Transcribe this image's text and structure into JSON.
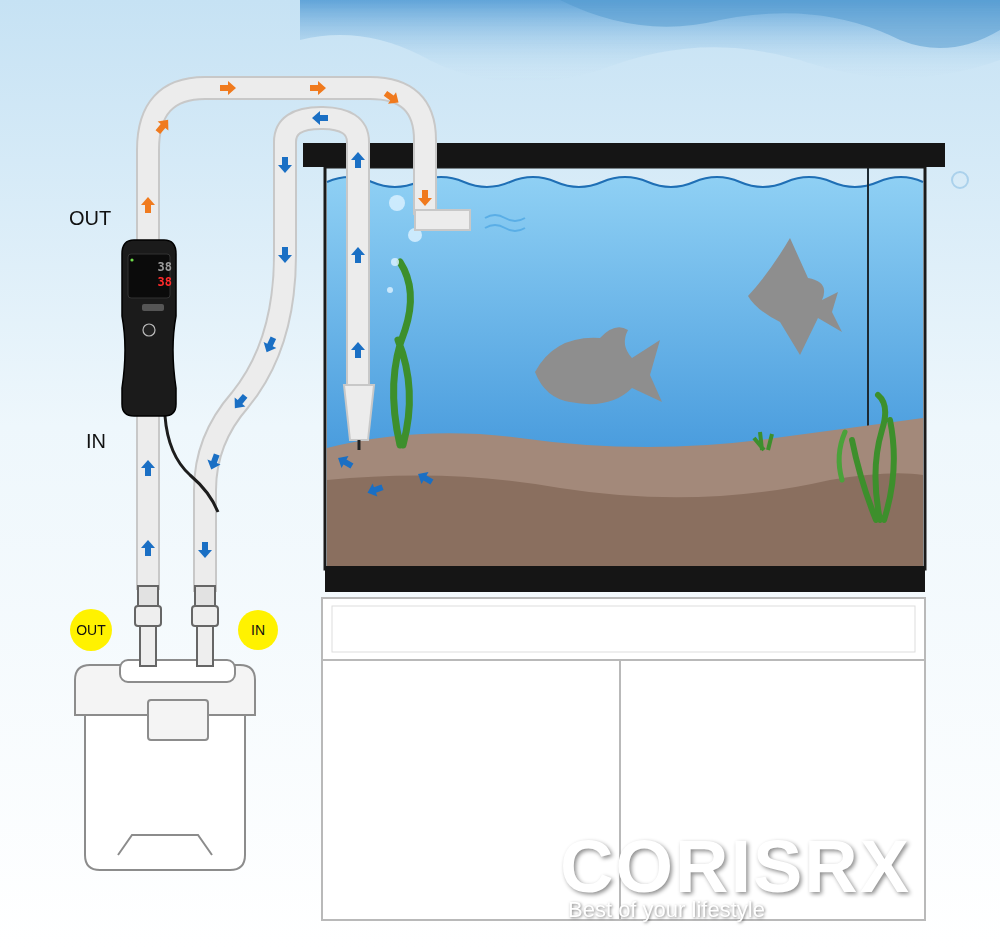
{
  "diagram": {
    "nodes": [
      {
        "text": [
          "38",
          "38"
        ]
      },
      {
        "text": [
          "OUT"
        ]
      },
      {
        "text": [
          "IN"
        ]
      }
    ],
    "labels": [
      "OUT",
      "IN",
      "CORISRX",
      "Best of your lifestyle"
    ]
  }
}
